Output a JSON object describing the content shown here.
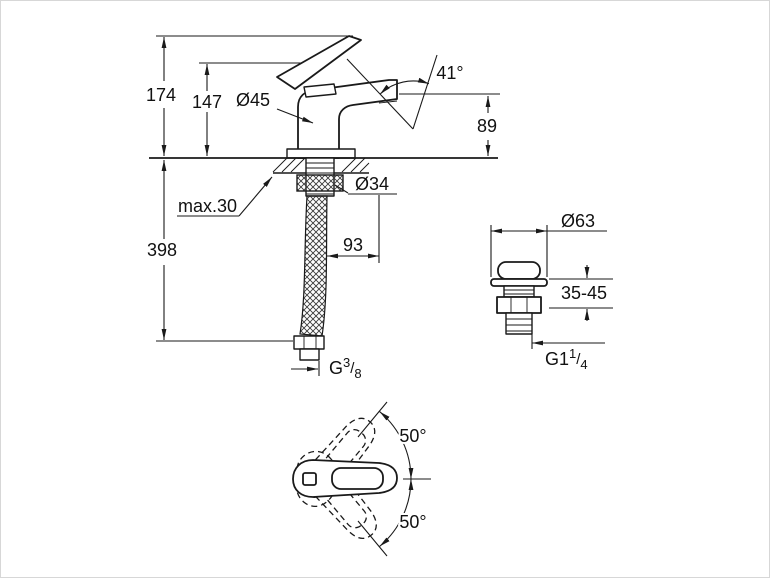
{
  "colors": {
    "line": "#1a1a1a",
    "background": "#ffffff"
  },
  "faucet_view": {
    "height_total": "174",
    "height_to_spout": "147",
    "body_diameter": "Ø45",
    "lever_angle": "41°",
    "spout_height": "89",
    "max_deck_thickness": "max.30",
    "shank_diameter": "Ø34",
    "hose_length": "398",
    "hose_offset": "93",
    "supply_thread": {
      "prefix": "G",
      "numerator": "3",
      "slash": "/",
      "denominator": "8"
    }
  },
  "waste_view": {
    "flange_diameter": "Ø63",
    "clamp_range": "35-45",
    "waste_thread": {
      "prefix": "G1",
      "numerator": "1",
      "slash": "/",
      "denominator": "4"
    }
  },
  "top_view": {
    "swivel_up": "50°",
    "swivel_down": "50°"
  }
}
